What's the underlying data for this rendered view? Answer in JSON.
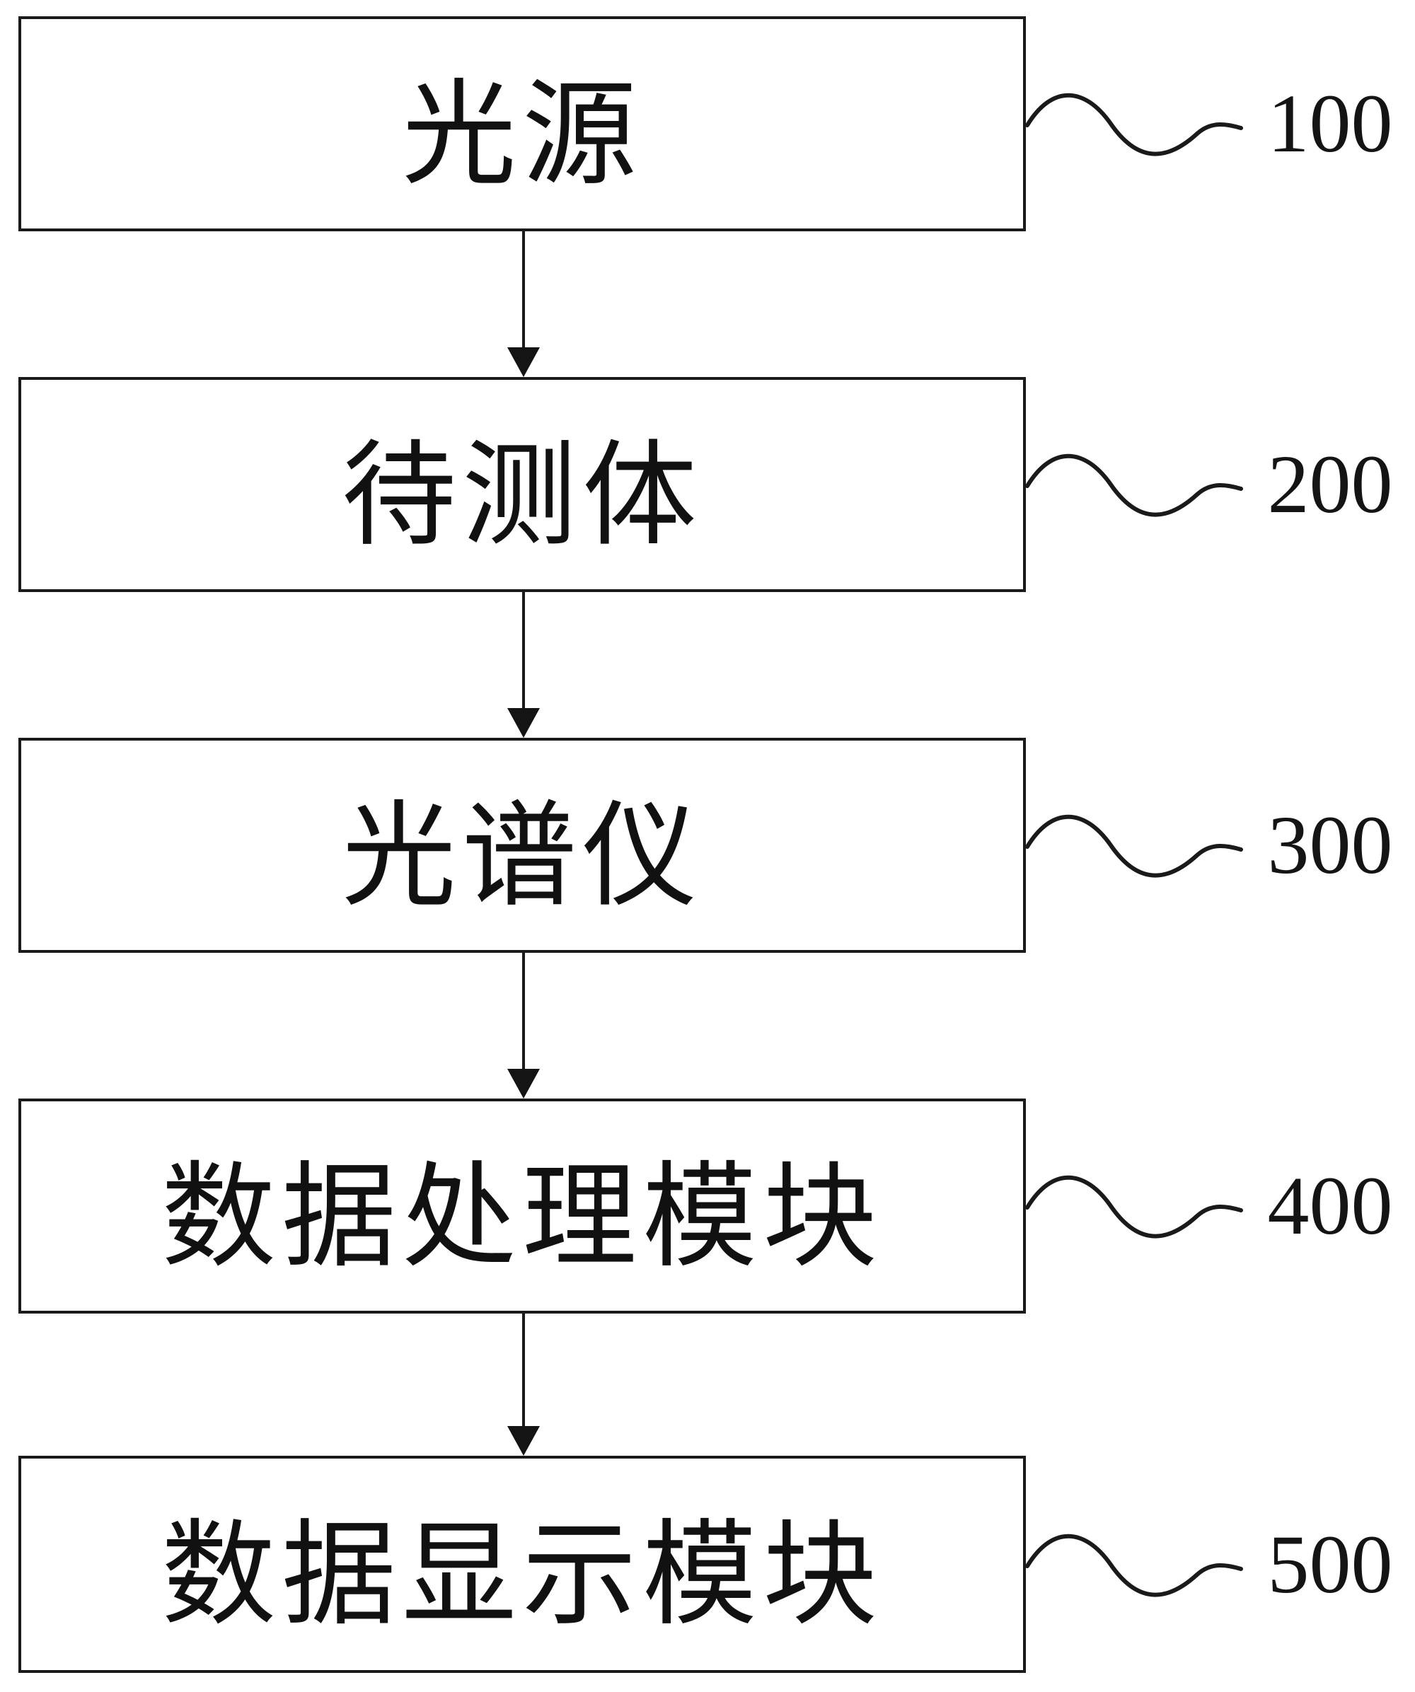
{
  "diagram": {
    "kind": "block-flow-diagram",
    "background_color": "#ffffff",
    "line_color": "#1a1a1a",
    "nodes": [
      {
        "name": "light-source",
        "label": "光源",
        "ref": "100"
      },
      {
        "name": "object-under-test",
        "label": "待测体",
        "ref": "200"
      },
      {
        "name": "spectrometer",
        "label": "光谱仪",
        "ref": "300"
      },
      {
        "name": "data-processing-module",
        "label": "数据处理模块",
        "ref": "400"
      },
      {
        "name": "data-display-module",
        "label": "数据显示模块",
        "ref": "500"
      }
    ],
    "connections": [
      {
        "from": "光源",
        "to": "待测体",
        "style": "arrow-down"
      },
      {
        "from": "待测体",
        "to": "光谱仪",
        "style": "arrow-down"
      },
      {
        "from": "光谱仪",
        "to": "数据处理模块",
        "style": "arrow-down"
      },
      {
        "from": "数据处理模块",
        "to": "数据显示模块",
        "style": "arrow-down"
      }
    ]
  }
}
